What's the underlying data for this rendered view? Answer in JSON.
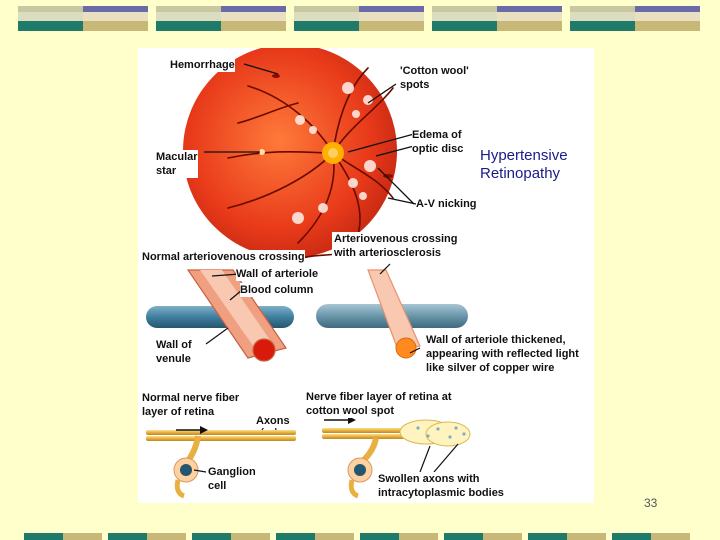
{
  "title": [
    "Hypertensive",
    "Retinopathy"
  ],
  "fundus_labels": {
    "hemorrhage": "Hemorrhage",
    "cotton_wool": [
      "'Cotton wool'",
      "spots"
    ],
    "macular_star": [
      "Macular",
      "star"
    ],
    "edema": [
      "Edema of",
      "optic disc"
    ],
    "av_nicking": "A-V nicking"
  },
  "vessel_labels": {
    "normal_crossing": "Normal arteriovenous crossing",
    "wall_arteriole": "Wall of arteriole",
    "blood_column": "Blood column",
    "wall_venule": [
      "Wall of",
      "venule"
    ],
    "sclerosis_crossing": [
      "Arteriovenous crossing",
      "with arteriosclerosis"
    ],
    "thickened_wall": [
      "Wall of arteriole thickened,",
      "appearing with reflected light",
      "like silver of copper wire"
    ]
  },
  "nerve_labels": {
    "normal_fiber": [
      "Normal nerve fiber",
      "layer of retina"
    ],
    "axons": "Axons",
    "ganglion": [
      "Ganglion",
      "cell"
    ],
    "cotton_spot_fiber": [
      "Nerve fiber layer of retina at",
      "cotton wool spot"
    ],
    "swollen": [
      "Swollen axons with",
      "intracytoplasmic bodies"
    ]
  },
  "page_number": "33",
  "colors": {
    "background": "#ffffcc",
    "teal": "#1f7a6a",
    "purple": "#6a6aa8",
    "tan": "#c8b878",
    "title": "#1a1a8c",
    "retina": "#e83a1a"
  }
}
